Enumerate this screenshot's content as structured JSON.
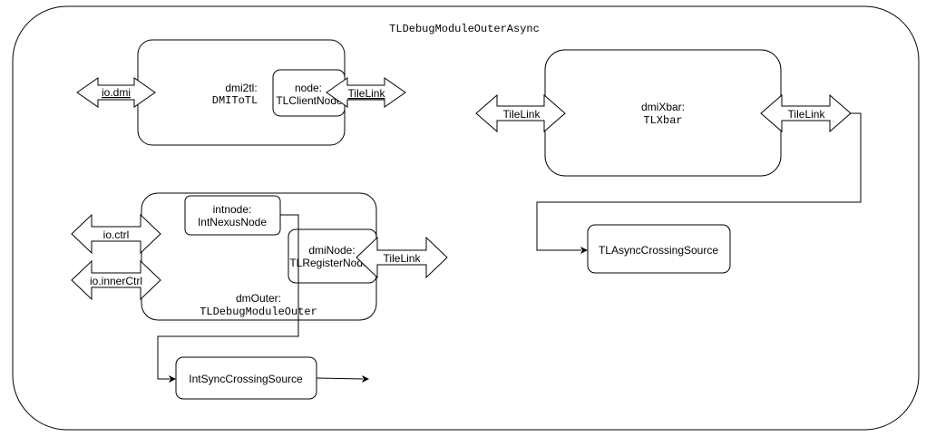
{
  "outer": {
    "title": "TLDebugModuleOuterAsync"
  },
  "dmi2tl": {
    "name": "dmi2tl:",
    "type": "DMIToTL",
    "node_name": "node:",
    "node_type": "TLClientNode",
    "left_port": "io.dmi",
    "right_port": "TileLink"
  },
  "dmiXbar": {
    "name": "dmiXbar:",
    "type": "TLXbar",
    "left_port": "TileLink",
    "right_port": "TileLink"
  },
  "dmOuter": {
    "name": "dmOuter:",
    "type": "TLDebugModuleOuter",
    "intnode_name": "intnode:",
    "intnode_type": "IntNexusNode",
    "dminode_name": "dmiNode:",
    "dminode_type": "TLRegisterNode",
    "port_ctrl": "io.ctrl",
    "port_innerctrl": "io.innerCtrl",
    "right_port": "TileLink"
  },
  "tlAsync": {
    "label": "TLAsyncCrossingSource"
  },
  "intSync": {
    "label": "IntSyncCrossingSource"
  }
}
